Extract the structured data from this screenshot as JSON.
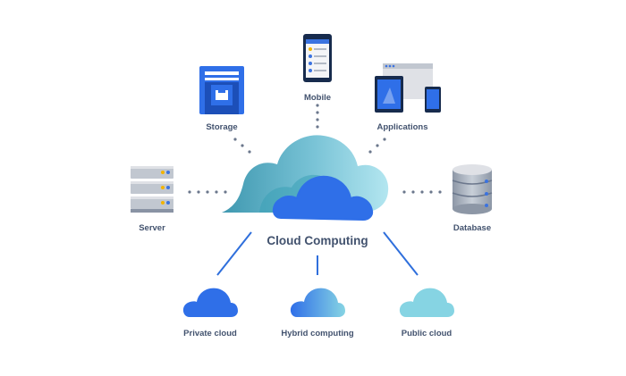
{
  "diagram": {
    "center_label": "Cloud Computing",
    "nodes": {
      "mobile": "Mobile",
      "storage": "Storage",
      "applications": "Applications",
      "server": "Server",
      "database": "Database",
      "private_cloud": "Private cloud",
      "hybrid_computing": "Hybrid computing",
      "public_cloud": "Public cloud"
    }
  },
  "colors": {
    "label_text": "#42526e",
    "connector_dots": "#6b778c",
    "connector_lines": "#2f6fdc",
    "primary_blue": "#2f6fe8",
    "light_teal": "#7fd0e0",
    "dark_teal": "#3a9ab3"
  }
}
